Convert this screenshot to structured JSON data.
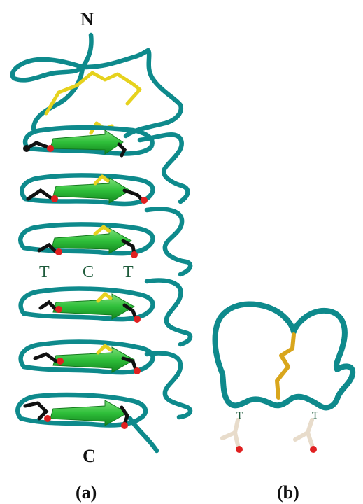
{
  "panel_a": {
    "n_terminus_label": "N",
    "c_terminus_label": "C",
    "residue_labels": [
      "T",
      "C",
      "T"
    ],
    "panel_label": "(a)"
  },
  "panel_b": {
    "residue_labels": [
      "T",
      "T"
    ],
    "panel_label": "(b)"
  },
  "colors": {
    "backbone": "#0e8a8c",
    "beta_strand": "#2fbf3a",
    "disulfide_a": "#e6d21e",
    "disulfide_b": "#d9a61c",
    "oxygen": "#e02020",
    "carbon": "#111111",
    "sidechain_b": "#e8dccb",
    "residue_text": "#1d5a3a"
  }
}
